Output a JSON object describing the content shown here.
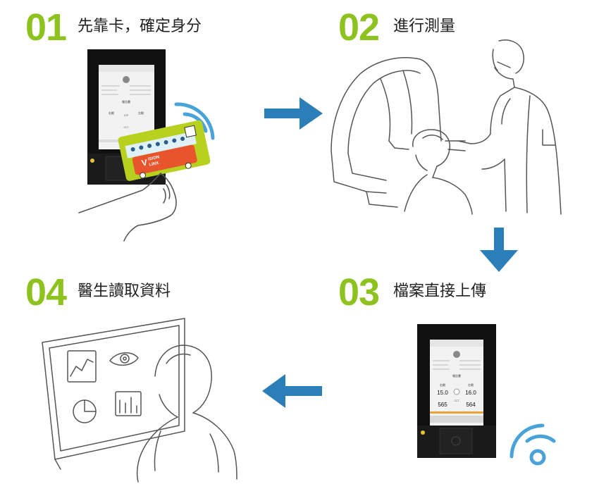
{
  "steps": [
    {
      "number": "01",
      "title": "先靠卡，確定身分"
    },
    {
      "number": "02",
      "title": "進行測量"
    },
    {
      "number": "03",
      "title": "檔案直接上傳"
    },
    {
      "number": "04",
      "title": "醫生讀取資料"
    }
  ],
  "card": {
    "brand_top": "ISION",
    "brand_bottom": "LINX"
  },
  "device_screen": {
    "header": "報告書",
    "left_eye": "右眼",
    "right_eye": "左眼",
    "iop_label": "IOP",
    "cct_label": "CCT",
    "iop_left": "15.0",
    "iop_right": "16.0",
    "cct_left": "565",
    "cct_right": "564"
  },
  "colors": {
    "accent_green": "#8dc21f",
    "arrow_blue": "#2a7fb8",
    "signal_blue": "#4aa3d8"
  }
}
